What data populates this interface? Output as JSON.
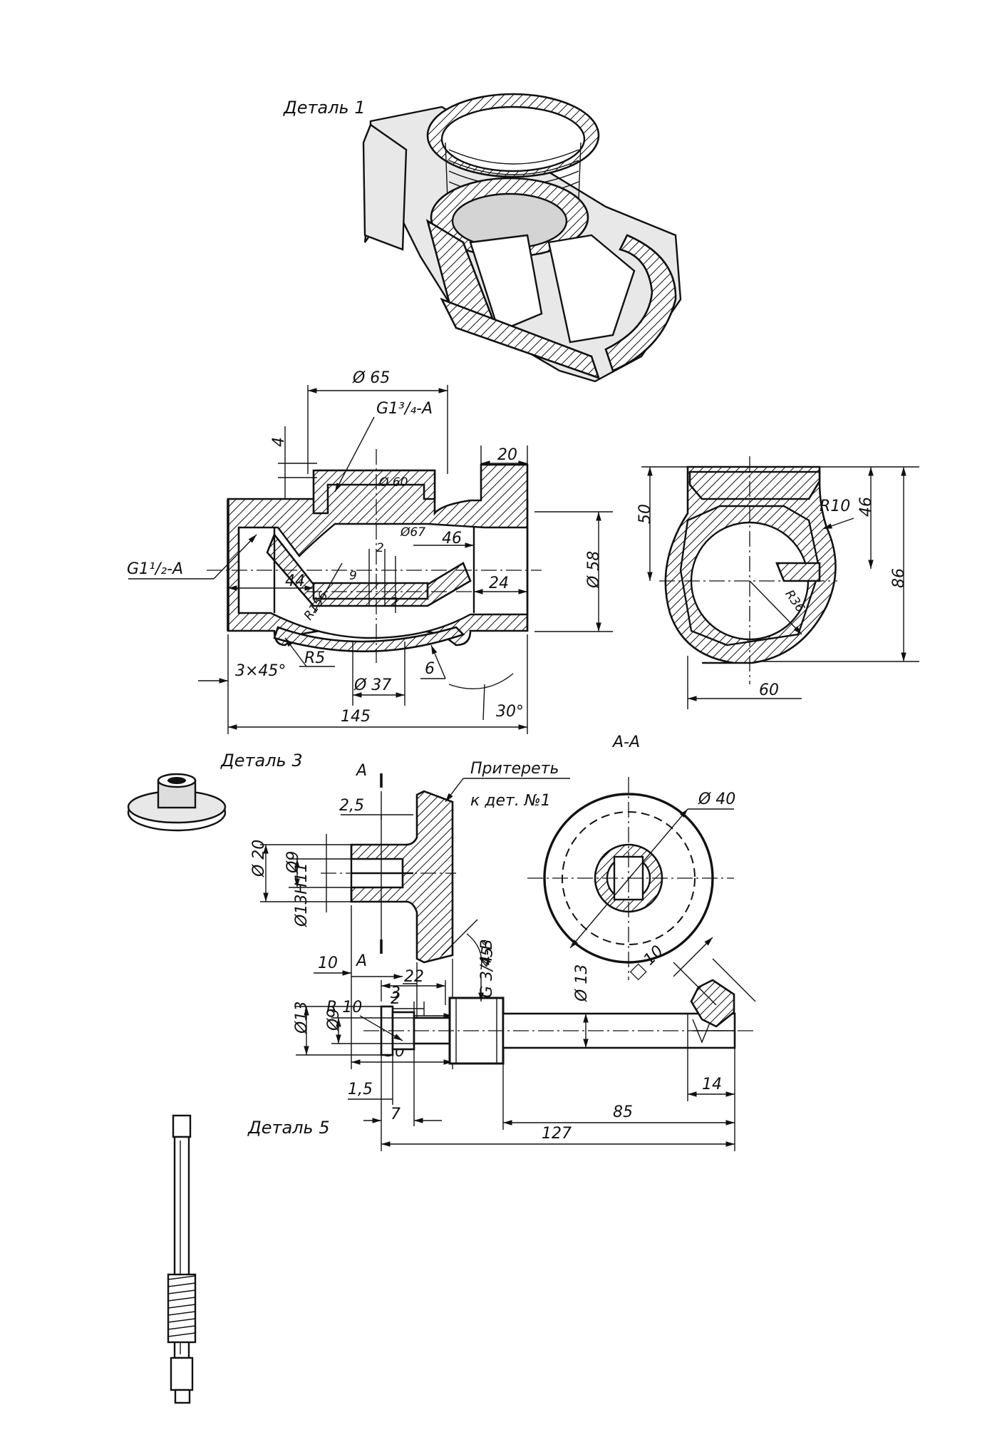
{
  "parts": {
    "part1": {
      "title": "Деталь 1",
      "dims": {
        "d65": "Ø 65",
        "thread_top": "G1³/₄-A",
        "d60": "Ø 60",
        "d67": "Ø67",
        "d4": "4",
        "d20": "20",
        "thread_side": "G1¹/₂-A",
        "d46": "46",
        "d44": "44",
        "d24": "24",
        "d9": "9",
        "d2a": "2",
        "d2b": "2",
        "r156": "R156",
        "d58": "Ø 58",
        "r5": "R5",
        "chamfer": "3×45°",
        "d37": "Ø 37",
        "d6": "6",
        "angle30": "30°",
        "d145": "145",
        "d50": "50",
        "r10": "R10",
        "d46b": "46",
        "d86": "86",
        "r36": "R36",
        "d60b": "60"
      }
    },
    "part3": {
      "title": "Деталь 3",
      "section_label": "A-A",
      "note_line1": "Притереть",
      "note_line2": "к дет. №1",
      "dims": {
        "cutA_top": "A",
        "cutA_bottom": "A",
        "d25": "2,5",
        "d20": "Ø 20",
        "d9": "Ø9",
        "d13h11": "Ø13H11",
        "d10": "10",
        "d3": "3",
        "d10b": "10",
        "d30": "30",
        "angle45": "45°",
        "d40": "Ø 40"
      }
    },
    "part5": {
      "title": "Деталь 5",
      "dims": {
        "d22": "22",
        "d2": "2",
        "r10": "R 10",
        "thread": "G 3/4-B",
        "d13": "Ø 13",
        "sq10": "□ 10",
        "d13b": "Ø13",
        "d9": "Ø9",
        "d15": "1,5",
        "d7": "7",
        "d14": "14",
        "d85": "85",
        "d127": "127"
      }
    }
  }
}
